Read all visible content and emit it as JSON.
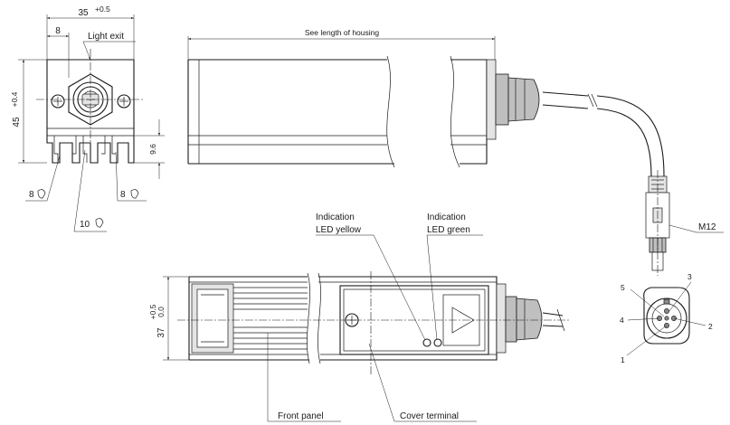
{
  "dimensions": {
    "width_top": "35",
    "width_top_tol": "+0.5",
    "offset_left": "8",
    "height_left": "45",
    "height_left_tol": "+0.4",
    "height_small": "9.6",
    "wrench_left": "8",
    "wrench_mid": "10",
    "wrench_right": "8",
    "front_height": "37",
    "front_height_tol_top": "+0.5",
    "front_height_tol_bottom": "0.0"
  },
  "labels": {
    "light_exit": "Light exit",
    "housing_length": "See length of housing",
    "led_yellow_line1": "Indication",
    "led_yellow_line2": "LED yellow",
    "led_green_line1": "Indication",
    "led_green_line2": "LED green",
    "connector": "M12",
    "front_panel": "Front panel",
    "cover_terminal": "Cover terminal"
  },
  "pins": [
    "1",
    "2",
    "3",
    "4",
    "5"
  ]
}
